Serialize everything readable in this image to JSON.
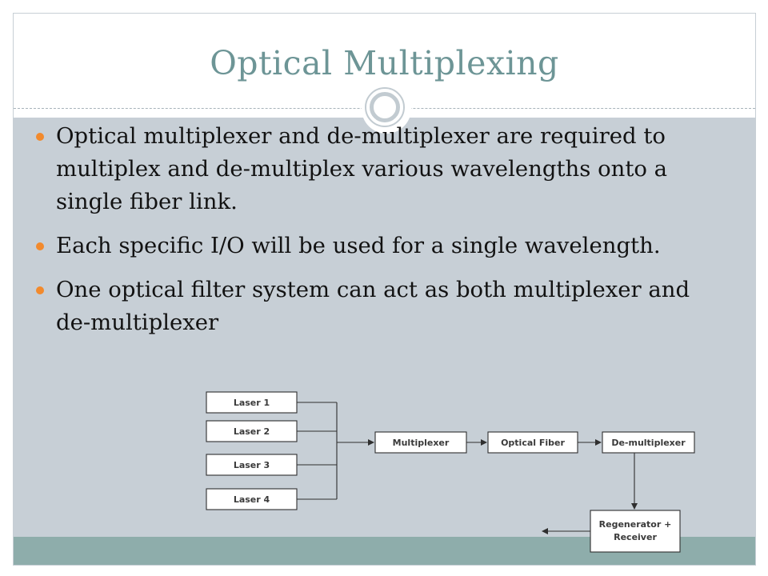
{
  "slide": {
    "title": "Optical Multiplexing",
    "bullets": [
      "Optical multiplexer and de-multiplexer are required to multiplex and de-multiplex various wavelengths onto a single fiber link.",
      "Each specific I/O will be used for a single wavelength.",
      "One optical filter system can act as both multiplexer and de-multiplexer"
    ]
  },
  "colors": {
    "title": "#6d9596",
    "content_band": "#c7cfd6",
    "footer_band": "#8eadab",
    "bullet": "#f28a2d"
  },
  "diagram": {
    "lasers": [
      "Laser 1",
      "Laser 2",
      "Laser 3",
      "Laser 4"
    ],
    "multiplexer": "Multiplexer",
    "optical_fiber": "Optical Fiber",
    "demultiplexer": "De-multiplexer",
    "receiver_line1": "Regenerator +",
    "receiver_line2": "Receiver"
  }
}
